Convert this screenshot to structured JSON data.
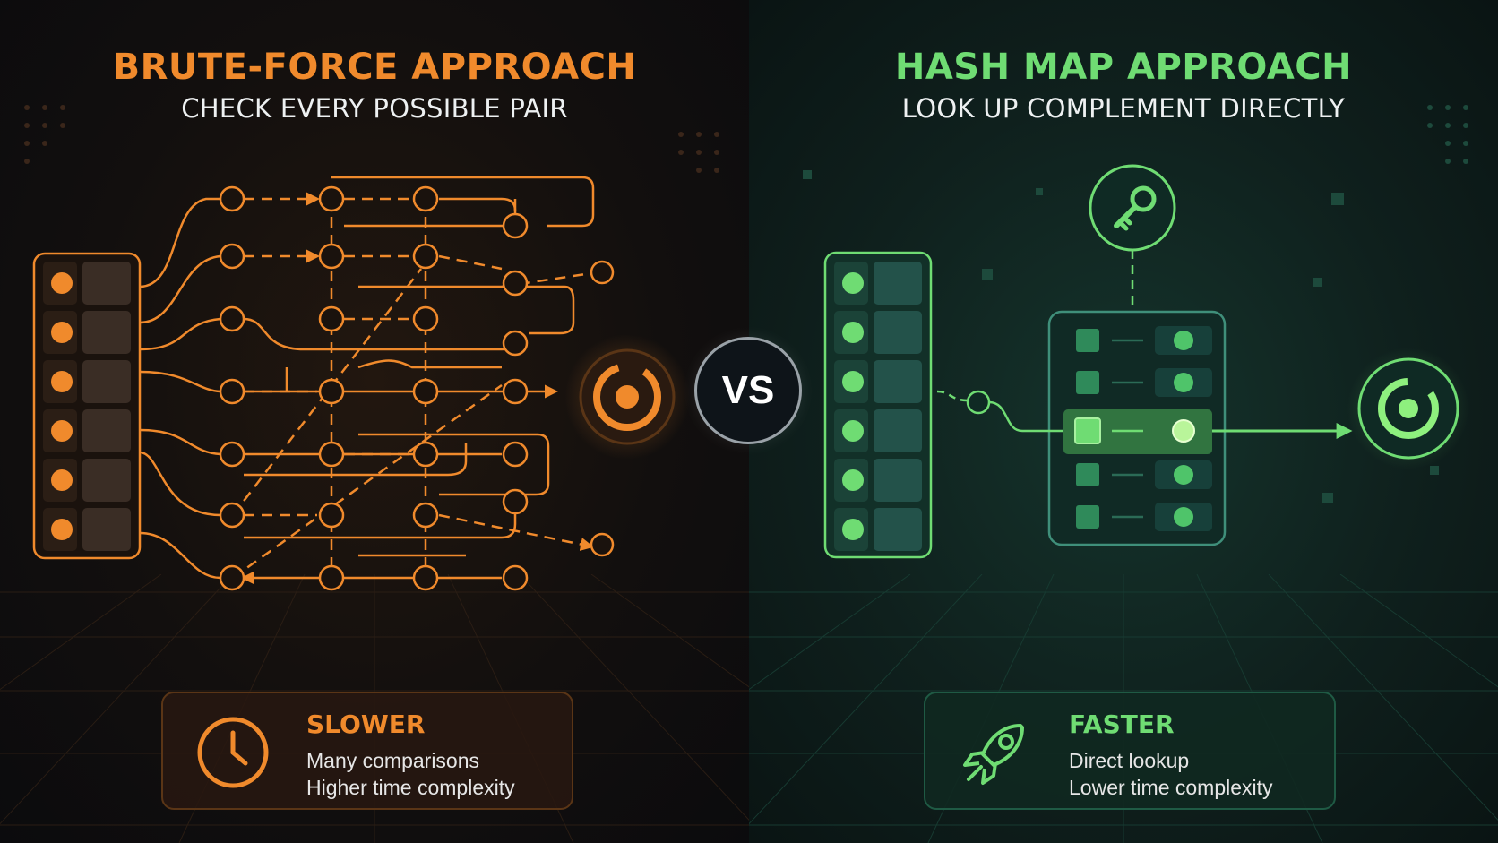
{
  "left": {
    "title": "BRUTE-FORCE APPROACH",
    "subtitle": "CHECK EVERY POSSIBLE PAIR",
    "card": {
      "icon": "clock-icon",
      "title": "SLOWER",
      "line1": "Many comparisons",
      "line2": "Higher time complexity"
    },
    "accent": "#f08a2c"
  },
  "right": {
    "title": "HASH MAP APPROACH",
    "subtitle": "LOOK UP COMPLEMENT DIRECTLY",
    "card": {
      "icon": "rocket-icon",
      "title": "FASTER",
      "line1": "Direct lookup",
      "line2": "Lower time complexity"
    },
    "accent": "#6fdc73"
  },
  "vs_label": "VS",
  "icons": [
    "target-icon",
    "key-icon",
    "clock-icon",
    "rocket-icon"
  ]
}
